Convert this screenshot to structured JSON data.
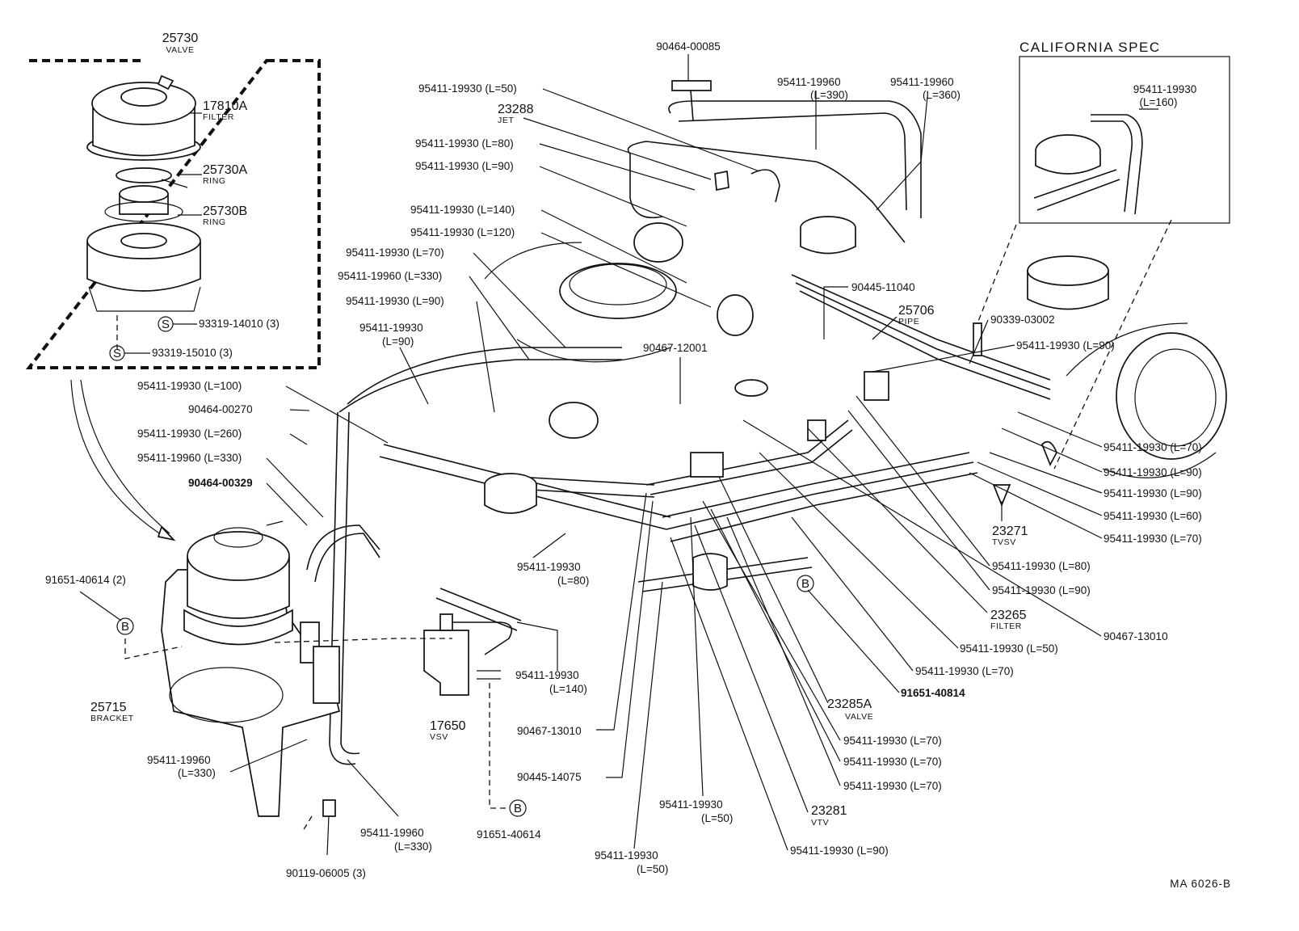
{
  "diagram_code": "MA 6026-B",
  "california_spec": {
    "title": "CALIFORNIA SPEC",
    "part": "95411-19930",
    "length": "(L=160)"
  },
  "valve_assy": {
    "number": "25730",
    "name": "VALVE",
    "filter_no": "17810A",
    "filter_name": "FILTER",
    "ring_a_no": "25730A",
    "ring_a_name": "RING",
    "ring_b_no": "25730B",
    "ring_b_name": "RING",
    "screw1": "93319-14010 (3)",
    "screw2": "93319-15010 (3)",
    "screw_mark": "S"
  },
  "named_parts": {
    "jet_no": "23288",
    "jet_name": "JET",
    "pipe_no": "25706",
    "pipe_name": "PIPE",
    "tvsv_no": "23271",
    "tvsv_name": "TVSV",
    "filter_no": "23265",
    "filter_name": "FILTER",
    "valve_no": "23285A",
    "valve_name": "VALVE",
    "vtv_no": "23281",
    "vtv_name": "VTV",
    "vsv_no": "17650",
    "vsv_name": "VSV",
    "bracket_no": "25715",
    "bracket_name": "BRACKET"
  },
  "callouts": {
    "c_90464_00085": "90464-00085",
    "c_L50_top": "95411-19930 (L=50)",
    "c_L80_top": "95411-19930 (L=80)",
    "c_L90_top": "95411-19930 (L=90)",
    "c_L140_top": "95411-19930 (L=140)",
    "c_L120": "95411-19930 (L=120)",
    "c_L70_left": "95411-19930 (L=70)",
    "c_60_L330_left": "95411-19960 (L=330)",
    "c_L90_mid": "95411-19930 (L=90)",
    "c_95411_19930_a": "95411-19930",
    "c_L90_a": "(L=90)",
    "c_L100": "95411-19930 (L=100)",
    "c_90464_00270": "90464-00270",
    "c_L260": "95411-19930 (L=260)",
    "c_60_L330_b": "95411-19960 (L=330)",
    "c_90464_00329": "90464-00329",
    "c_91651_40614_2": "91651-40614 (2)",
    "c_95411_19930_b": "95411-19930",
    "c_L80_b": "(L=80)",
    "c_95411_19930_c": "95411-19930",
    "c_L140_b": "(L=140)",
    "c_90467_13010_a": "90467-13010",
    "c_90445_14075": "90445-14075",
    "c_95411_19960_c": "95411-19960",
    "c_L330_c": "(L=330)",
    "c_95411_19960_d": "95411-19960",
    "c_L330_d": "(L=330)",
    "c_90119_06005": "90119-06005 (3)",
    "c_91651_40614": "91651-40614",
    "c_95411_19930_d": "95411-19930",
    "c_L50_d": "(L=50)",
    "c_95411_19930_e": "95411-19930",
    "c_L50_e": "(L=50)",
    "c_95411_19960_390": "95411-19960",
    "c_L390": "(L=390)",
    "c_95411_19960_360": "95411-19960",
    "c_L360": "(L=360)",
    "c_90445_11040": "90445-11040",
    "c_90339_03002": "90339-03002",
    "c_R_L90_a": "95411-19930 (L=90)",
    "c_90467_12001": "90467-12001",
    "c_R_L70_a": "95411-19930 (L=70)",
    "c_R_L90_b": "95411-19930 (L=90)",
    "c_R_L90_c": "95411-19930 (L=90)",
    "c_R_L60": "95411-19930 (L=60)",
    "c_R_L70_b": "95411-19930 (L=70)",
    "c_R_L80": "95411-19930 (L=80)",
    "c_R_L90_d": "95411-19930 (L=90)",
    "c_90467_13010_b": "90467-13010",
    "c_R_L50": "95411-19930 (L=50)",
    "c_R_L70_c": "95411-19930 (L=70)",
    "c_91651_40814": "91651-40814",
    "c_R_L70_d": "95411-19930 (L=70)",
    "c_R_L70_e": "95411-19930 (L=70)",
    "c_R_L70_f": "95411-19930 (L=70)",
    "c_R_L90_e": "95411-19930 (L=90)",
    "mark_b": "B"
  }
}
